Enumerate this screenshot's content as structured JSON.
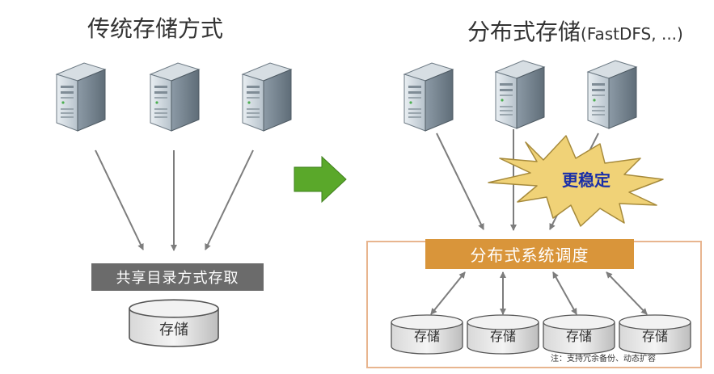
{
  "left": {
    "title": "传统存储方式",
    "shared_label": "共享目录方式存取",
    "storage_label": "存储"
  },
  "right": {
    "title_main": "分布式存储",
    "title_sub": "(FastDFS, ...)",
    "stable_label": "更稳定",
    "scheduler_label": "分布式系统调度",
    "storage_labels": [
      "存储",
      "存储",
      "存储",
      "存储"
    ],
    "note": "注：支持冗余备份、动态扩容"
  },
  "icons": {
    "server": "server-icon",
    "arrow": "transition-arrow-icon",
    "burst": "starburst-icon",
    "disk": "disk-icon"
  },
  "colors": {
    "scheduler": "#d9953a",
    "frame": "#e8b58f",
    "shared": "#6b6b6b",
    "transition_arrow": "#5aa82a",
    "burst": "#f0d277",
    "stable_text": "#1a2fa8"
  }
}
